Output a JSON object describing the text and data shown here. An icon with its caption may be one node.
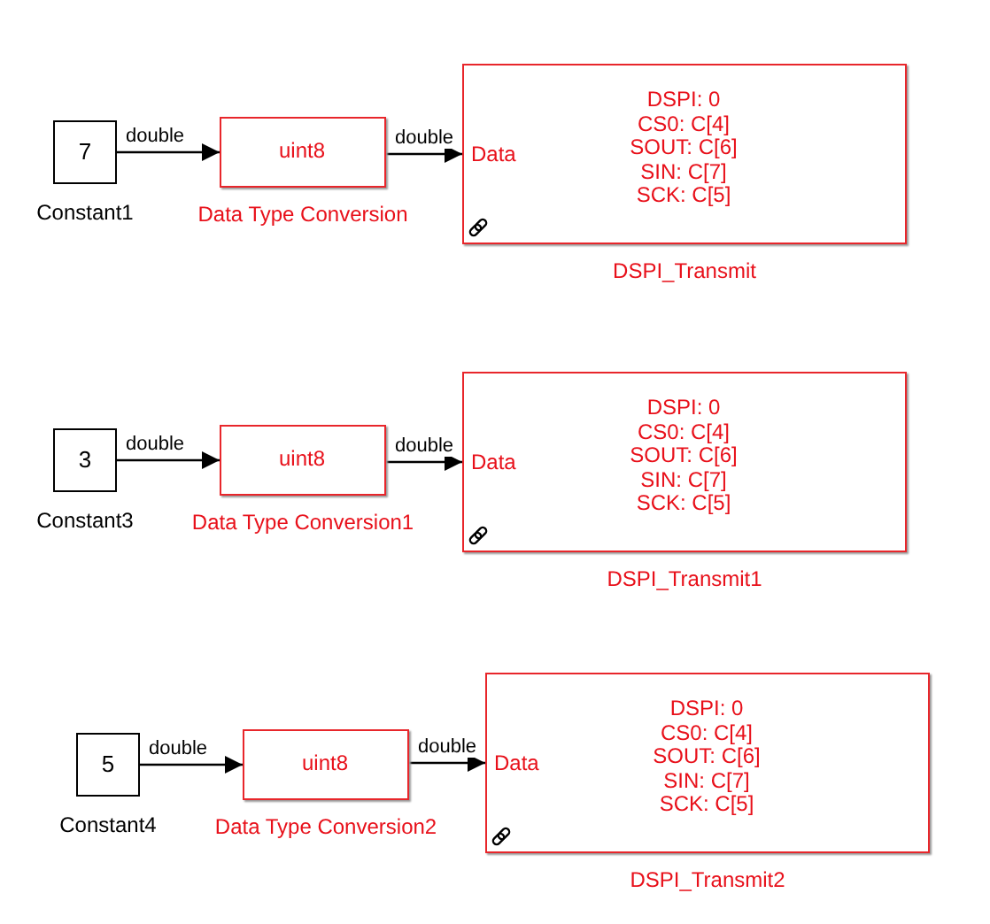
{
  "diagram": {
    "nodes": [
      {
        "text": [
          "7"
        ],
        "beside": [
          "Constant1"
        ]
      },
      {
        "text": [
          "uint8"
        ],
        "beside": [
          "Data Type Conversion"
        ]
      },
      {
        "text": [
          "Data",
          "DSPI: 0",
          "CS0: C[4]",
          "SOUT: C[6]",
          "SIN: C[7]",
          "SCK: C[5]"
        ],
        "beside": [
          "DSPI_Transmit"
        ]
      },
      {
        "text": [
          "3"
        ],
        "beside": [
          "Constant3"
        ]
      },
      {
        "text": [
          "uint8"
        ],
        "beside": [
          "Data Type Conversion1"
        ]
      },
      {
        "text": [
          "Data",
          "DSPI: 0",
          "CS0: C[4]",
          "SOUT: C[6]",
          "SIN: C[7]",
          "SCK: C[5]"
        ],
        "beside": [
          "DSPI_Transmit1"
        ]
      },
      {
        "text": [
          "5"
        ],
        "beside": [
          "Constant4"
        ]
      },
      {
        "text": [
          "uint8"
        ],
        "beside": [
          "Data Type Conversion2"
        ]
      },
      {
        "text": [
          "Data",
          "DSPI: 0",
          "CS0: C[4]",
          "SOUT: C[6]",
          "SIN: C[7]",
          "SCK: C[5]"
        ],
        "beside": [
          "DSPI_Transmit2"
        ]
      }
    ],
    "edges": [
      {
        "from": 0,
        "to": 1,
        "arrow": "to",
        "label": "double"
      },
      {
        "from": 1,
        "to": 2,
        "arrow": "to",
        "label": "double"
      },
      {
        "from": 3,
        "to": 4,
        "arrow": "to",
        "label": "double"
      },
      {
        "from": 4,
        "to": 5,
        "arrow": "to",
        "label": "double"
      },
      {
        "from": 6,
        "to": 7,
        "arrow": "to",
        "label": "double"
      },
      {
        "from": 7,
        "to": 8,
        "arrow": "to",
        "label": "double"
      }
    ]
  }
}
